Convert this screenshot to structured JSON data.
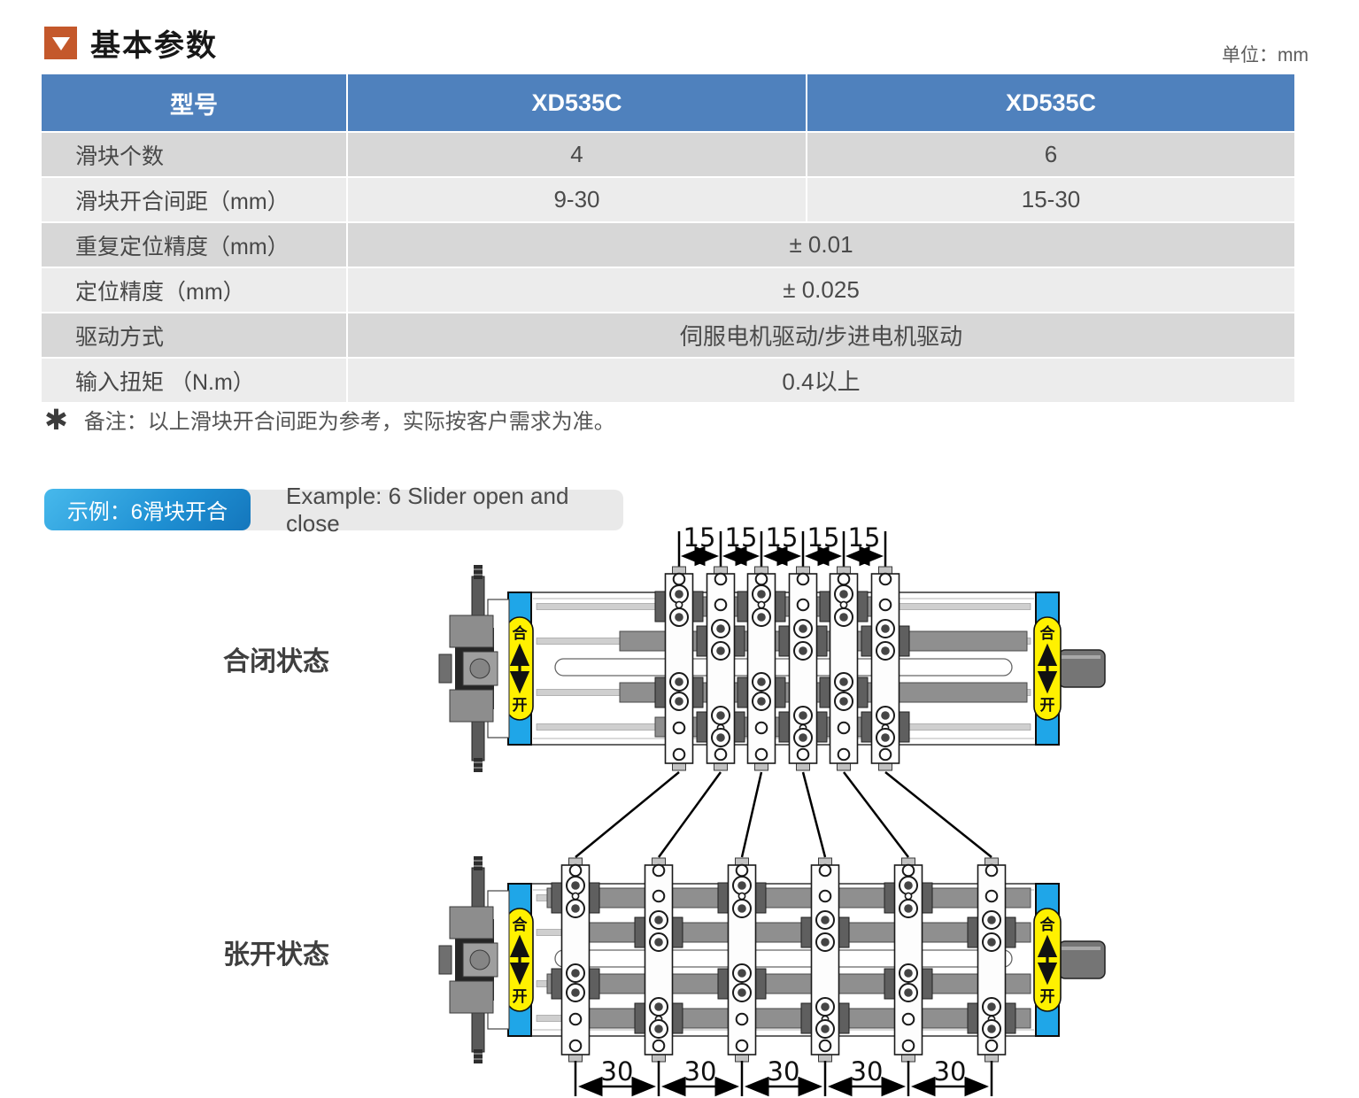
{
  "page": {
    "title": "基本参数",
    "unit_label": "单位：mm"
  },
  "table": {
    "header": [
      "型号",
      "XD535C",
      "XD535C"
    ],
    "rows": [
      {
        "label": "滑块个数",
        "values": [
          "4",
          "6"
        ]
      },
      {
        "label": "滑块开合间距（mm）",
        "values": [
          "9-30",
          "15-30"
        ]
      },
      {
        "label": "重复定位精度（mm）",
        "values": [
          "± 0.01"
        ]
      },
      {
        "label": "定位精度（mm）",
        "values": [
          "± 0.025"
        ]
      },
      {
        "label": "驱动方式",
        "values": [
          "伺服电机驱动/步进电机驱动"
        ]
      },
      {
        "label": "输入扭矩 （N.m）",
        "values": [
          "0.4以上"
        ]
      }
    ]
  },
  "note": {
    "symbol": "✱",
    "text": "备注：以上滑块开合间距为参考，实际按客户需求为准。"
  },
  "example": {
    "badge_cn": "示例：6滑块开合",
    "badge_en": "Example: 6 Slider open and close"
  },
  "diagram": {
    "closed_state_label": "合闭状态",
    "open_state_label": "张开状态",
    "cap_close_char": "合",
    "cap_open_char": "开",
    "closed_gap_mm": "15",
    "open_gap_mm": "30",
    "slider_count": 6,
    "colors": {
      "cap_blue": "#1fa6e8",
      "label_yellow": "#fff100",
      "header_blue": "#4f81bd",
      "title_orange": "#c4582b"
    }
  }
}
